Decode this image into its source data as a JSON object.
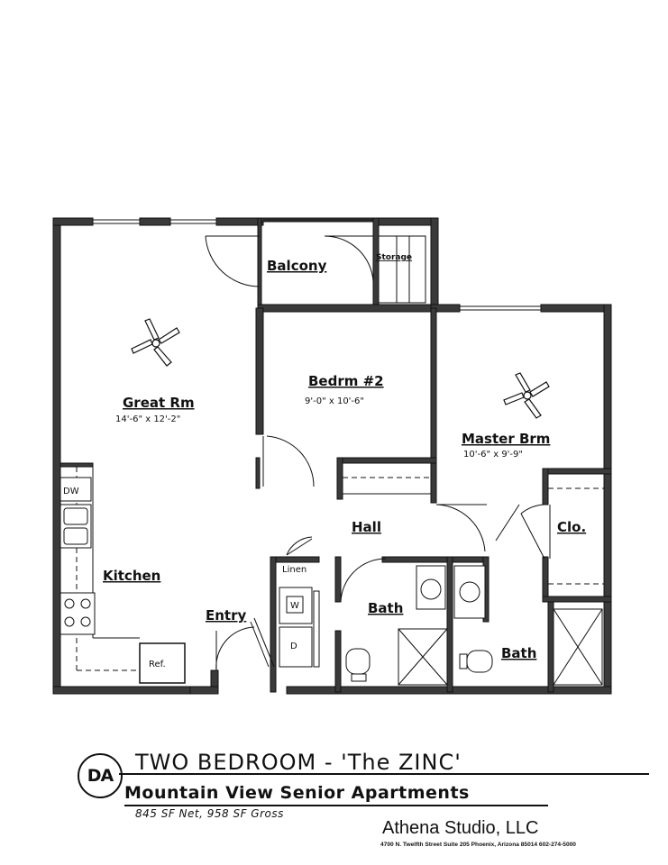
{
  "plan": {
    "rooms": [
      {
        "id": "great-room",
        "name": "Great Rm",
        "dims": "14'-6\" x 12'-2\""
      },
      {
        "id": "bedroom-2",
        "name": "Bedrm #2",
        "dims": "9'-0\" x 10'-6\""
      },
      {
        "id": "master-bedroom",
        "name": "Master Brm",
        "dims": "10'-6\" x 9'-9\""
      },
      {
        "id": "balcony",
        "name": "Balcony"
      },
      {
        "id": "storage",
        "name": "Storage"
      },
      {
        "id": "hall",
        "name": "Hall"
      },
      {
        "id": "kitchen",
        "name": "Kitchen"
      },
      {
        "id": "entry",
        "name": "Entry"
      },
      {
        "id": "bath-1",
        "name": "Bath"
      },
      {
        "id": "bath-2",
        "name": "Bath"
      },
      {
        "id": "closet",
        "name": "Clo."
      },
      {
        "id": "linen",
        "name": "Linen"
      }
    ],
    "fixtures": {
      "dishwasher": "DW",
      "washer": "W",
      "dryer": "D",
      "refrigerator": "Ref."
    }
  },
  "title_block": {
    "plan_code": "DA",
    "plan_name": "TWO BEDROOM - 'The ZINC'",
    "project_name": "Mountain View Senior Apartments",
    "area": "845 SF Net, 958 SF Gross",
    "firm": "Athena Studio, LLC",
    "firm_address": "4700 N. Twelfth Street  Suite 205 Phoenix, Arizona 85014 602-274-5000"
  }
}
